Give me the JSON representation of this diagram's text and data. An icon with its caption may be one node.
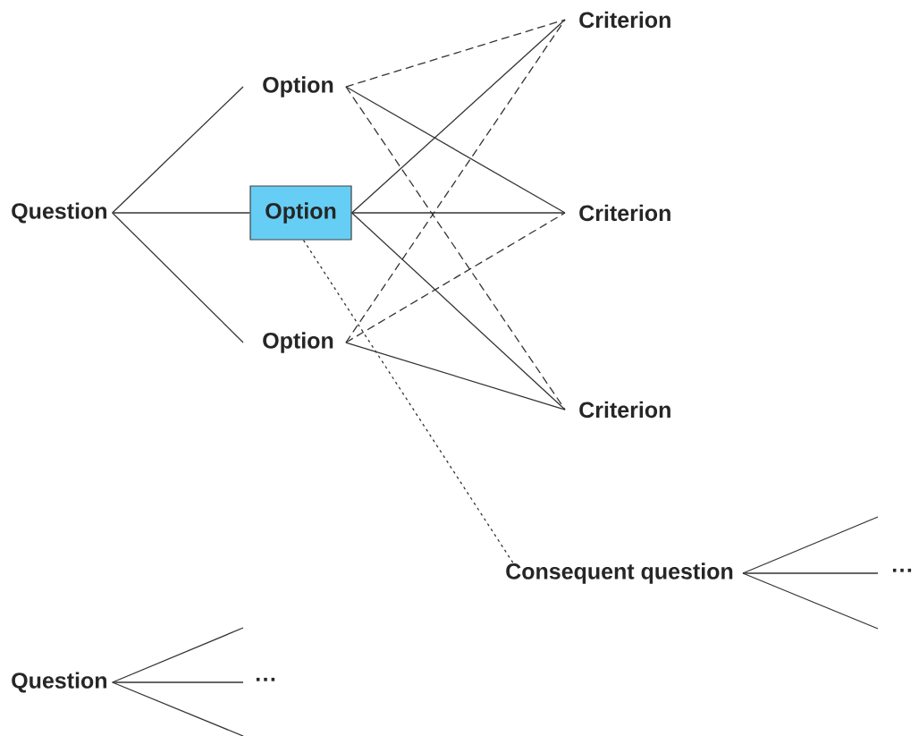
{
  "diagram": {
    "nodes": [
      {
        "text": [
          "Question"
        ]
      },
      {
        "text": [
          "Option"
        ]
      },
      {
        "text": [
          "Option"
        ]
      },
      {
        "text": [
          "Option"
        ]
      },
      {
        "text": [
          "Criterion"
        ]
      },
      {
        "text": [
          "Criterion"
        ]
      },
      {
        "text": [
          "Criterion"
        ]
      },
      {
        "text": [
          "Consequent question"
        ]
      },
      {
        "text": [
          "···"
        ]
      },
      {
        "text": [
          "Question"
        ]
      },
      {
        "text": [
          "···"
        ]
      }
    ],
    "edges": [
      {
        "from": 0,
        "to": 1,
        "arrow": "none"
      },
      {
        "from": 0,
        "to": 2,
        "arrow": "none"
      },
      {
        "from": 0,
        "to": 3,
        "arrow": "none"
      },
      {
        "from": 1,
        "to": 4,
        "arrow": "none",
        "style": "dashed"
      },
      {
        "from": 1,
        "to": 5,
        "arrow": "none"
      },
      {
        "from": 1,
        "to": 6,
        "arrow": "none",
        "style": "dashed"
      },
      {
        "from": 2,
        "to": 4,
        "arrow": "none"
      },
      {
        "from": 2,
        "to": 5,
        "arrow": "none"
      },
      {
        "from": 2,
        "to": 6,
        "arrow": "none"
      },
      {
        "from": 3,
        "to": 4,
        "arrow": "none",
        "style": "dashed"
      },
      {
        "from": 3,
        "to": 5,
        "arrow": "none",
        "style": "dashed"
      },
      {
        "from": 3,
        "to": 6,
        "arrow": "none"
      },
      {
        "from": 2,
        "to": 7,
        "arrow": "none",
        "style": "dashed"
      },
      {
        "from": 7,
        "to": null,
        "arrow": "none"
      },
      {
        "from": 7,
        "to": 8,
        "arrow": "none"
      },
      {
        "from": 7,
        "to": null,
        "arrow": "none"
      },
      {
        "from": 9,
        "to": null,
        "arrow": "none"
      },
      {
        "from": 9,
        "to": 10,
        "arrow": "none"
      },
      {
        "from": 9,
        "to": null,
        "arrow": "none"
      }
    ]
  }
}
